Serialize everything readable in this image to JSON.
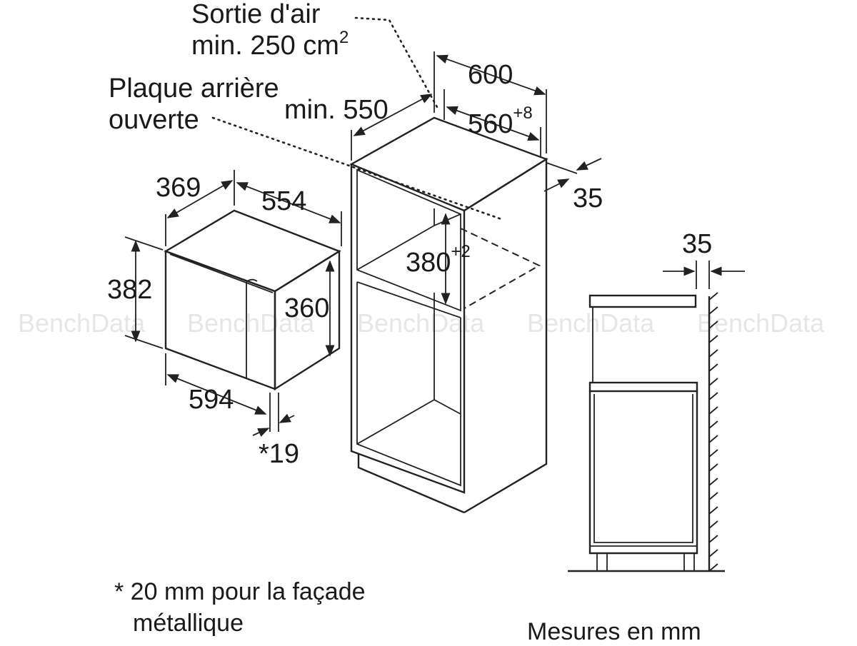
{
  "watermark": "BenchData",
  "labels": {
    "air_outlet_line1": "Sortie d'air",
    "air_outlet_line2": "min. 250 cm",
    "air_outlet_sup": "2",
    "back_plate_line1": "Plaque arrière",
    "back_plate_line2": "ouverte",
    "min_550": "min. 550",
    "dim_600": "600",
    "dim_560": "560",
    "dim_560_tol": "+8",
    "dim_35_cabinet": "35",
    "dim_369": "369",
    "dim_554": "554",
    "dim_382": "382",
    "dim_360": "360",
    "dim_380": "380",
    "dim_380_tol": "+2",
    "dim_594": "594",
    "dim_19": "*19",
    "dim_35_side": "35"
  },
  "footnote": {
    "line1": "* 20 mm pour la façade",
    "line2": "métallique"
  },
  "units_note": "Mesures en mm"
}
